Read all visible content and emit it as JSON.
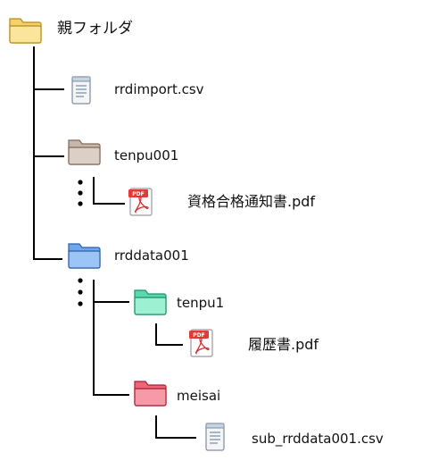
{
  "nodes": {
    "root": {
      "label": "親フォルダ",
      "icon": "folder-icon",
      "color": "#f3c64b"
    },
    "rrdimport": {
      "label": "rrdimport.csv",
      "icon": "csv-file-icon"
    },
    "tenpu001": {
      "label": "tenpu001",
      "icon": "folder-icon",
      "color": "#b59f8e"
    },
    "shikaku_pdf": {
      "label": "資格合格通知書.pdf",
      "icon": "pdf-file-icon"
    },
    "rrddata001": {
      "label": "rrddata001",
      "icon": "folder-icon",
      "color": "#4f8fe0"
    },
    "tenpu1": {
      "label": "tenpu1",
      "icon": "folder-icon",
      "color": "#49d6a6"
    },
    "rireki_pdf": {
      "label": "履歴書.pdf",
      "icon": "pdf-file-icon"
    },
    "meisai": {
      "label": "meisai",
      "icon": "folder-icon",
      "color": "#e84a5f"
    },
    "sub_csv": {
      "label": "sub_rrddata001.csv",
      "icon": "csv-file-icon"
    }
  }
}
